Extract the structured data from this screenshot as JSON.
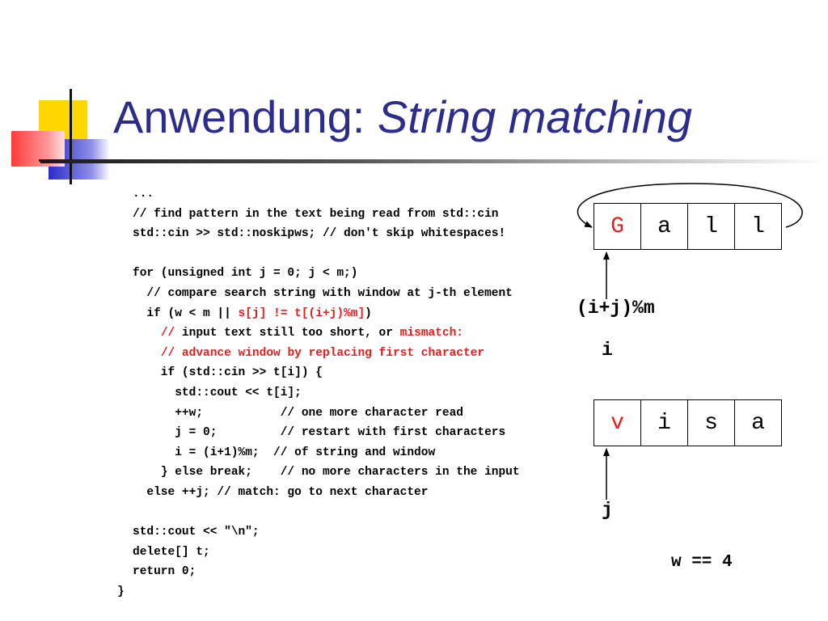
{
  "title": {
    "main": "Anwendung: ",
    "italic": "String matching"
  },
  "code_lines": [
    {
      "parts": [
        {
          "t": "...",
          "red": false
        }
      ]
    },
    {
      "parts": [
        {
          "t": "// find pattern in the text being read from std::cin",
          "red": false
        }
      ]
    },
    {
      "parts": [
        {
          "t": "std::cin >> std::noskipws; // don't skip whitespaces!",
          "red": false
        }
      ]
    },
    {
      "parts": [
        {
          "t": "",
          "red": false
        }
      ]
    },
    {
      "parts": [
        {
          "t": "for (unsigned int j = 0; j < m;)",
          "red": false
        }
      ]
    },
    {
      "parts": [
        {
          "t": "  // compare search string with window at j-th element",
          "red": false
        }
      ]
    },
    {
      "parts": [
        {
          "t": "  if (w < m || ",
          "red": false
        },
        {
          "t": "s[j] != t[(i+j)%m]",
          "red": true
        },
        {
          "t": ")",
          "red": false
        }
      ]
    },
    {
      "parts": [
        {
          "t": "    ",
          "red": false
        },
        {
          "t": "//",
          "red": true
        },
        {
          "t": " input text still too short, or ",
          "red": false
        },
        {
          "t": "mismatch:",
          "red": true
        }
      ]
    },
    {
      "parts": [
        {
          "t": "    ",
          "red": false
        },
        {
          "t": "// advance window by replacing first character",
          "red": true
        }
      ]
    },
    {
      "parts": [
        {
          "t": "    if (std::cin >> t[i]) {",
          "red": false
        }
      ]
    },
    {
      "parts": [
        {
          "t": "      std::cout << t[i];",
          "red": false
        }
      ]
    },
    {
      "parts": [
        {
          "t": "      ++w;           // one more character read",
          "red": false
        }
      ]
    },
    {
      "parts": [
        {
          "t": "      j = 0;         // restart with first characters",
          "red": false
        }
      ]
    },
    {
      "parts": [
        {
          "t": "      i = (i+1)%m;  // of string and window",
          "red": false
        }
      ]
    },
    {
      "parts": [
        {
          "t": "    } else break;    // no more characters in the input",
          "red": false
        }
      ]
    },
    {
      "parts": [
        {
          "t": "  else ++j; // match: go to next character",
          "red": false
        }
      ]
    },
    {
      "parts": [
        {
          "t": "",
          "red": false
        }
      ]
    },
    {
      "parts": [
        {
          "t": "std::cout << \"\\n\";",
          "red": false
        }
      ]
    },
    {
      "parts": [
        {
          "t": "delete[] t;",
          "red": false
        }
      ]
    },
    {
      "parts": [
        {
          "t": "return 0;",
          "red": false
        }
      ]
    },
    {
      "parts": [
        {
          "t": "}",
          "red": false
        }
      ]
    }
  ],
  "window_cells": [
    "G",
    "a",
    "l",
    "l"
  ],
  "pattern_cells": [
    "v",
    "i",
    "s",
    "a"
  ],
  "labels": {
    "index_expr": "(i+j)%m",
    "i": "i",
    "j": "j",
    "w_status": "w == 4"
  },
  "colors": {
    "title": "#2b2c8c",
    "highlight": "#e41e1e"
  }
}
